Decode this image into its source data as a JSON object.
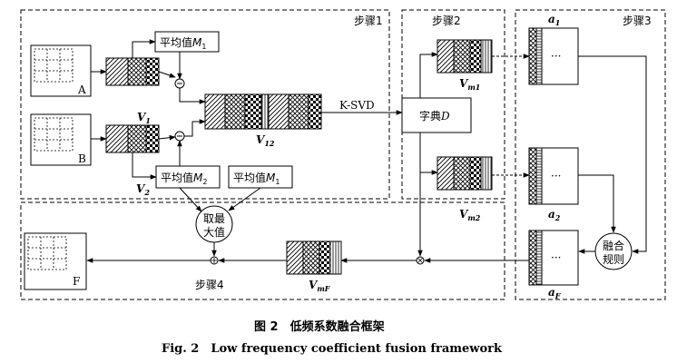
{
  "steps": {
    "step1": "步骤1",
    "step2": "步骤2",
    "step3": "步骤3",
    "step4": "步骤4"
  },
  "inputs": {
    "image_a": "A",
    "image_b": "B",
    "output_f": "F"
  },
  "boxes": {
    "mean_m1_top": {
      "prefix": "平均值",
      "var": "M",
      "sub": "1"
    },
    "mean_m2": {
      "prefix": "平均值",
      "var": "M",
      "sub": "2"
    },
    "mean_m1_bottom": {
      "prefix": "平均值",
      "var": "M",
      "sub": "1"
    },
    "dictionary": {
      "prefix": "字典",
      "var": "D"
    },
    "take_max_line1": "取最",
    "take_max_line2": "大值",
    "fusion_rule_line1": "融合",
    "fusion_rule_line2": "规则"
  },
  "labels": {
    "v1": {
      "var": "V",
      "sub": "1"
    },
    "v2": {
      "var": "V",
      "sub": "2"
    },
    "v12": {
      "var": "V",
      "sub": "12"
    },
    "vm1": {
      "var": "V",
      "sub": "m1"
    },
    "vm2": {
      "var": "V",
      "sub": "m2"
    },
    "vmf": {
      "var": "V",
      "sub": "mF"
    },
    "a1": {
      "var": "a",
      "sub": "1"
    },
    "a2": {
      "var": "a",
      "sub": "2"
    },
    "af": {
      "var": "a",
      "sub": "F"
    },
    "ksvd": "K-SVD",
    "ellipsis": "···"
  },
  "caption": {
    "cn": "图 2　低频系数融合框架",
    "en": "Fig. 2　Low frequency coefficient fusion framework"
  }
}
